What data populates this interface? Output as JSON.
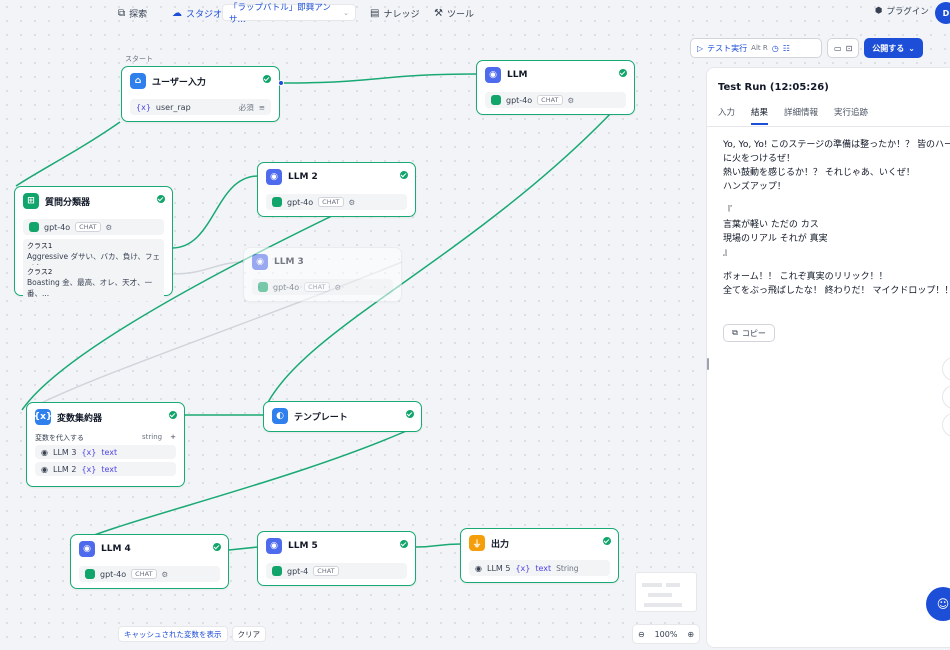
{
  "nav": {
    "explore": "探索",
    "studio": "スタジオ",
    "app_name": "「ラップバトル」即興アンサ...",
    "knowledge": "ナレッジ",
    "tools": "ツール",
    "plugins": "プラグイン",
    "avatar": "D"
  },
  "toolbar": {
    "test_run": "テスト実行",
    "shortcut": "Alt  R",
    "publish": "公開する"
  },
  "nodes": {
    "start": {
      "section": "スタート",
      "title": "ユーザー入力",
      "var": "{x}",
      "var_name": "user_rap",
      "required": "必須"
    },
    "llm1": {
      "title": "LLM",
      "model": "gpt-4o",
      "tag": "CHAT"
    },
    "llm2": {
      "title": "LLM 2",
      "model": "gpt-4o",
      "tag": "CHAT"
    },
    "llm3": {
      "title": "LLM 3",
      "model": "gpt-4o",
      "tag": "CHAT"
    },
    "classifier": {
      "title": "質問分類器",
      "model": "gpt-4o",
      "tag": "CHAT",
      "class1_label": "クラス1",
      "class1_text": "Aggressive ダサい、バカ、負け、フェイク、...",
      "class2_label": "クラス2",
      "class2_text": "Boasting 金、最高、オレ、天才、一番、..."
    },
    "aggregator": {
      "title": "変数集約器",
      "assign_label": "変数を代入する",
      "type": "string",
      "items": [
        {
          "src": "LLM 3",
          "var": "{x}",
          "name": "text"
        },
        {
          "src": "LLM 2",
          "var": "{x}",
          "name": "text"
        }
      ]
    },
    "template": {
      "title": "テンプレート"
    },
    "llm4": {
      "title": "LLM 4",
      "model": "gpt-4o",
      "tag": "CHAT"
    },
    "llm5": {
      "title": "LLM 5",
      "model": "gpt-4",
      "tag": "CHAT"
    },
    "output": {
      "title": "出力",
      "src": "LLM 5",
      "var": "{x}",
      "name": "text",
      "type": "String"
    }
  },
  "panel": {
    "title": "Test Run (12:05:26)",
    "tabs": [
      "入力",
      "結果",
      "詳細情報",
      "実行追跡"
    ],
    "output_paragraphs": [
      "Yo, Yo, Yo! このステージの準備は整ったか！？ 皆のハートに火をつけるぜ！\n熱い鼓動を感じるか！？ それじゃあ、いくぜ！\nハンズアップ！",
      "『\n言葉が軽い ただの カス\n現場のリアル それが 真実\n』",
      "ボォーム！！ これぞ真実のリリック！！\n全てをぶっ飛ばしたな！ 終わりだ！ マイクドロップ！！"
    ],
    "copy_label": "コピー"
  },
  "bottom": {
    "show_cache": "キャッシュされた変数を表示",
    "clear": "クリア",
    "zoom": "100%"
  },
  "colors": {
    "accent": "#1d4ed8",
    "success": "#12a56b",
    "edge": "#19a974"
  }
}
